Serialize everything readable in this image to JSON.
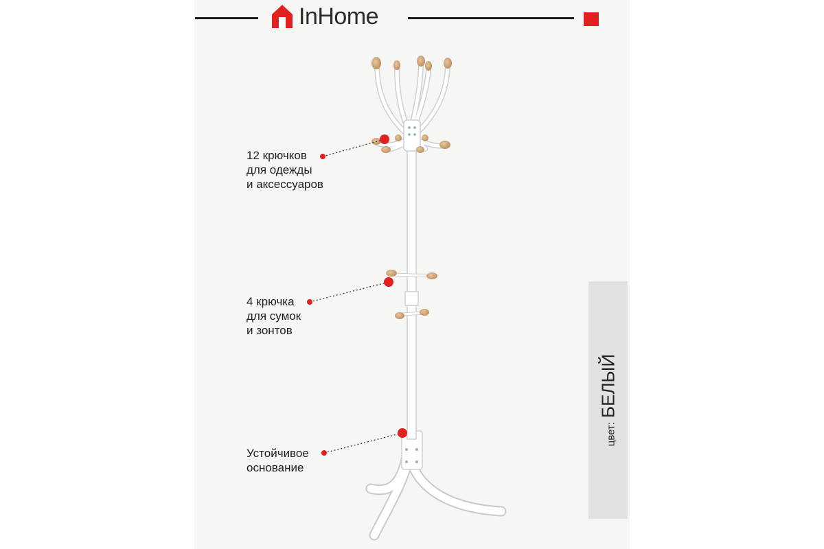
{
  "brand": {
    "name": "InHome",
    "accent_color": "#e1201f",
    "logo_icon": "house-icon"
  },
  "features": [
    {
      "lines": [
        "12 крючков",
        "для одежды",
        "и аксессуаров"
      ]
    },
    {
      "lines": [
        "4 крючка",
        "для сумок",
        "и зонтов"
      ]
    },
    {
      "lines": [
        "Устойчивое",
        "основание"
      ]
    }
  ],
  "color": {
    "label": "цвет:",
    "value": "БЕЛЫЙ"
  },
  "product": {
    "image": "coat-rack-icon",
    "hook_color": "#c99a6b",
    "frame_color": "#ffffff"
  }
}
